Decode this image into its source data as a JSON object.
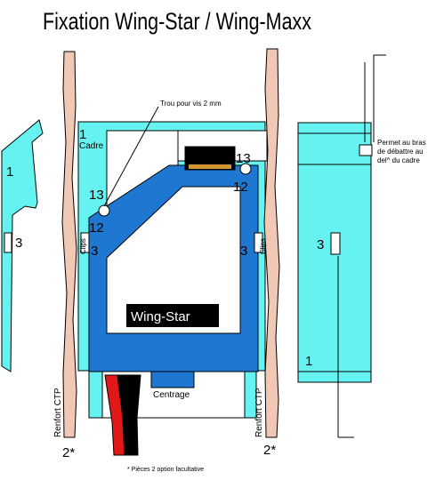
{
  "title": "Fixation Wing-Star / Wing-Maxx",
  "labels": {
    "hole_note": "Trou pour vis 2 mm",
    "frame": "Cadre",
    "frame_number": "1",
    "clips_left": "Clips",
    "clips_right": "Clips",
    "battery_name": "Wing-Star",
    "centering": "Centrage",
    "reinforcement_left": "Renfort CTP",
    "reinforcement_right": "Renfort CTP",
    "part_2_left": "2*",
    "part_2_right": "2*",
    "footnote": "* Pièces 2 option facultative",
    "side_note": [
      "Permet au bras",
      "de débattre au",
      "del^ du cadre"
    ]
  },
  "numbers": {
    "n1_left_profile": "1",
    "n3_left_profile": "3",
    "n13_left": "13",
    "n12_left": "12",
    "n3_left_clip": "3",
    "n13_right": "13",
    "n12_right": "12",
    "n3_right_clip": "3",
    "n3_side": "3",
    "n1_side": "1"
  },
  "colors": {
    "cyan_part": "#66f2f0",
    "blue_part": "#1e78d2",
    "wood": "#f0c8b4",
    "outline": "#000000",
    "wire_red": "#e01818",
    "label_bg": "#000000"
  }
}
